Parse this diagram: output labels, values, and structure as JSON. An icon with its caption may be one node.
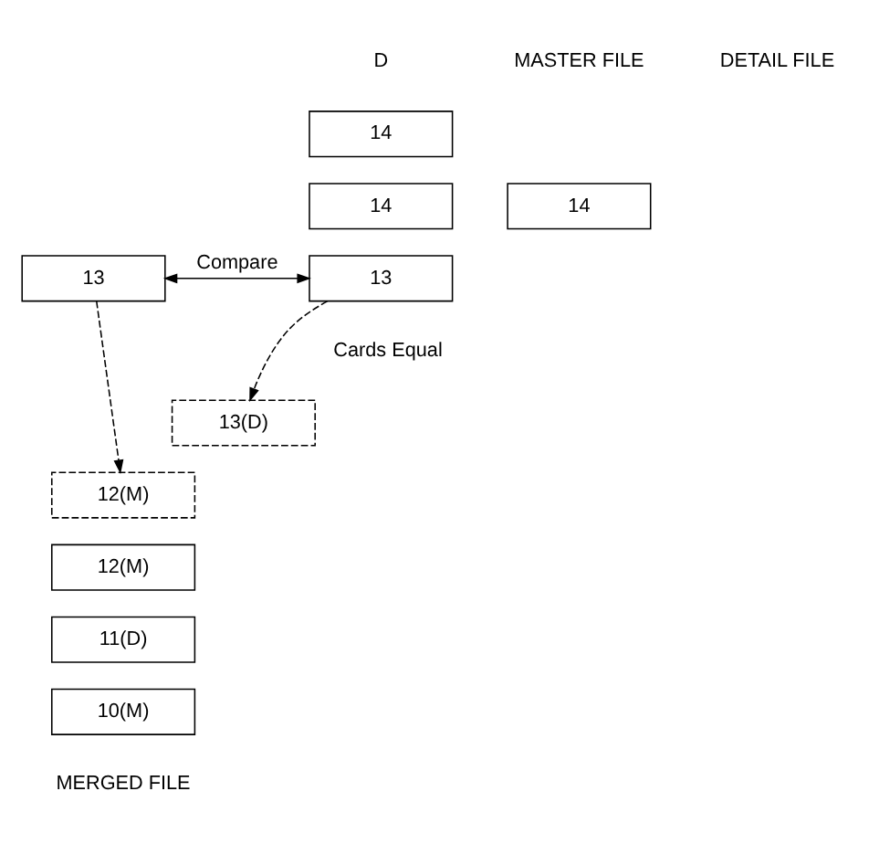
{
  "diagram": {
    "nodes": [
      {
        "text": [
          "14"
        ]
      },
      {
        "text": [
          "14"
        ]
      },
      {
        "text": [
          "13"
        ]
      },
      {
        "text": [
          "14"
        ]
      },
      {
        "text": [
          "13"
        ]
      },
      {
        "text": [
          "13(D)"
        ]
      },
      {
        "text": [
          "12(M)"
        ]
      },
      {
        "text": [
          "12(M)"
        ]
      },
      {
        "text": [
          "11(D)"
        ]
      },
      {
        "text": [
          "10(M)"
        ]
      }
    ],
    "edges": [
      {
        "from": 2,
        "to": 4,
        "arrow": "both",
        "label": "Compare"
      },
      {
        "from": 2,
        "to": 5,
        "arrow": "to",
        "style": "dashed"
      },
      {
        "from": 4,
        "to": 6,
        "arrow": "to",
        "style": "dashed"
      }
    ],
    "labels": [
      "D",
      "DETAIL FILE",
      "MASTER FILE",
      "Cards Equal",
      "MERGED FILE"
    ]
  }
}
